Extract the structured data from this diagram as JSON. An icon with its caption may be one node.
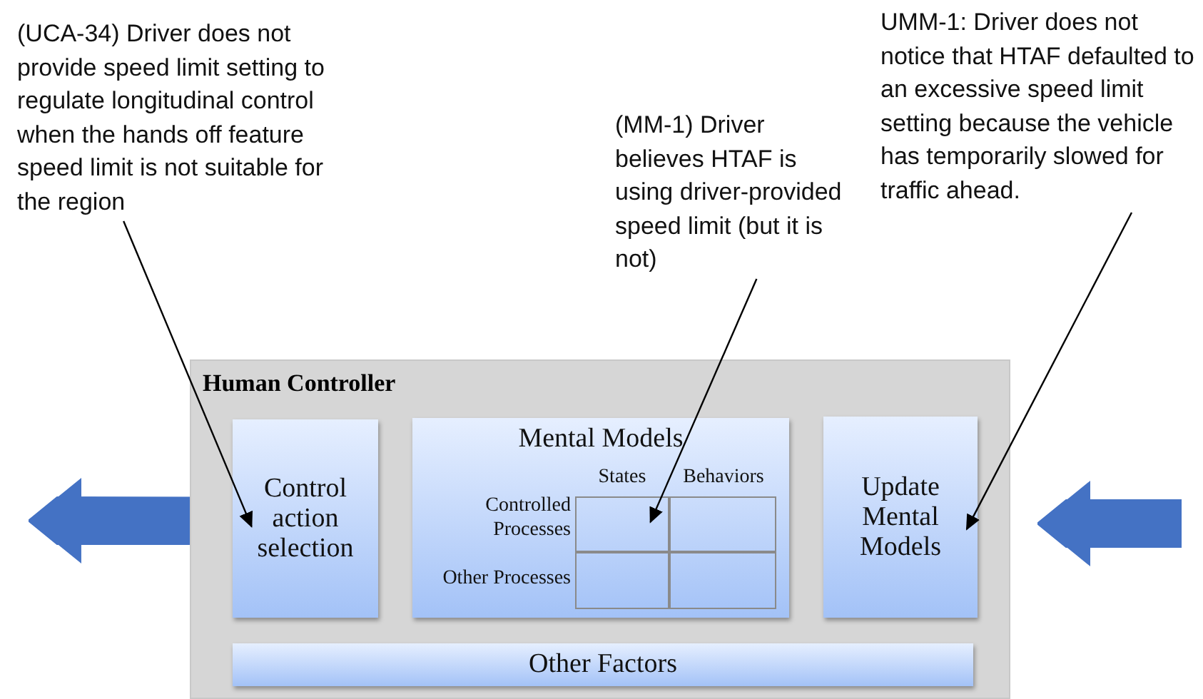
{
  "diagram": {
    "nodes": [
      {
        "text": [
          "Human Controller"
        ]
      },
      {
        "text": [
          "Control action selection"
        ],
        "in": 0
      },
      {
        "text": [
          "Mental Models"
        ],
        "in": 0
      },
      {
        "text": [
          "Update Mental Models"
        ],
        "in": 0
      },
      {
        "text": [],
        "shape": "box",
        "in": 2
      },
      {
        "text": [],
        "shape": "box",
        "in": 2
      },
      {
        "text": [],
        "shape": "box",
        "in": 2
      },
      {
        "text": [],
        "shape": "box",
        "in": 2
      },
      {
        "text": [
          "Other Factors"
        ],
        "in": 0
      },
      {
        "text": [
          "(UCA-34) Driver does not provide speed limit setting to regulate longitudinal control when the hands off feature speed limit is not suitable for the region"
        ]
      },
      {
        "text": [
          "(MM-1) Driver believes HTAF is using driver-provided speed limit (but it is not)"
        ]
      },
      {
        "text": [
          "UMM-1: Driver does not notice that HTAF defaulted to an excessive speed limit setting because the vehicle has temporarily slowed for traffic ahead."
        ]
      }
    ],
    "edges": [
      {
        "from": 9,
        "to": 1,
        "arrow": "to"
      },
      {
        "from": 10,
        "to": 4,
        "arrow": "to"
      },
      {
        "from": 11,
        "to": 3,
        "arrow": "to"
      },
      {
        "from": 0,
        "to": null,
        "arrow": "to",
        "style": "thick",
        "color": "#4472c4"
      },
      {
        "from": null,
        "to": 0,
        "arrow": "to",
        "style": "thick",
        "color": "#4472c4"
      }
    ],
    "labels": [
      "States",
      "Behaviors",
      "Controlled Processes",
      "Other Processes"
    ]
  }
}
